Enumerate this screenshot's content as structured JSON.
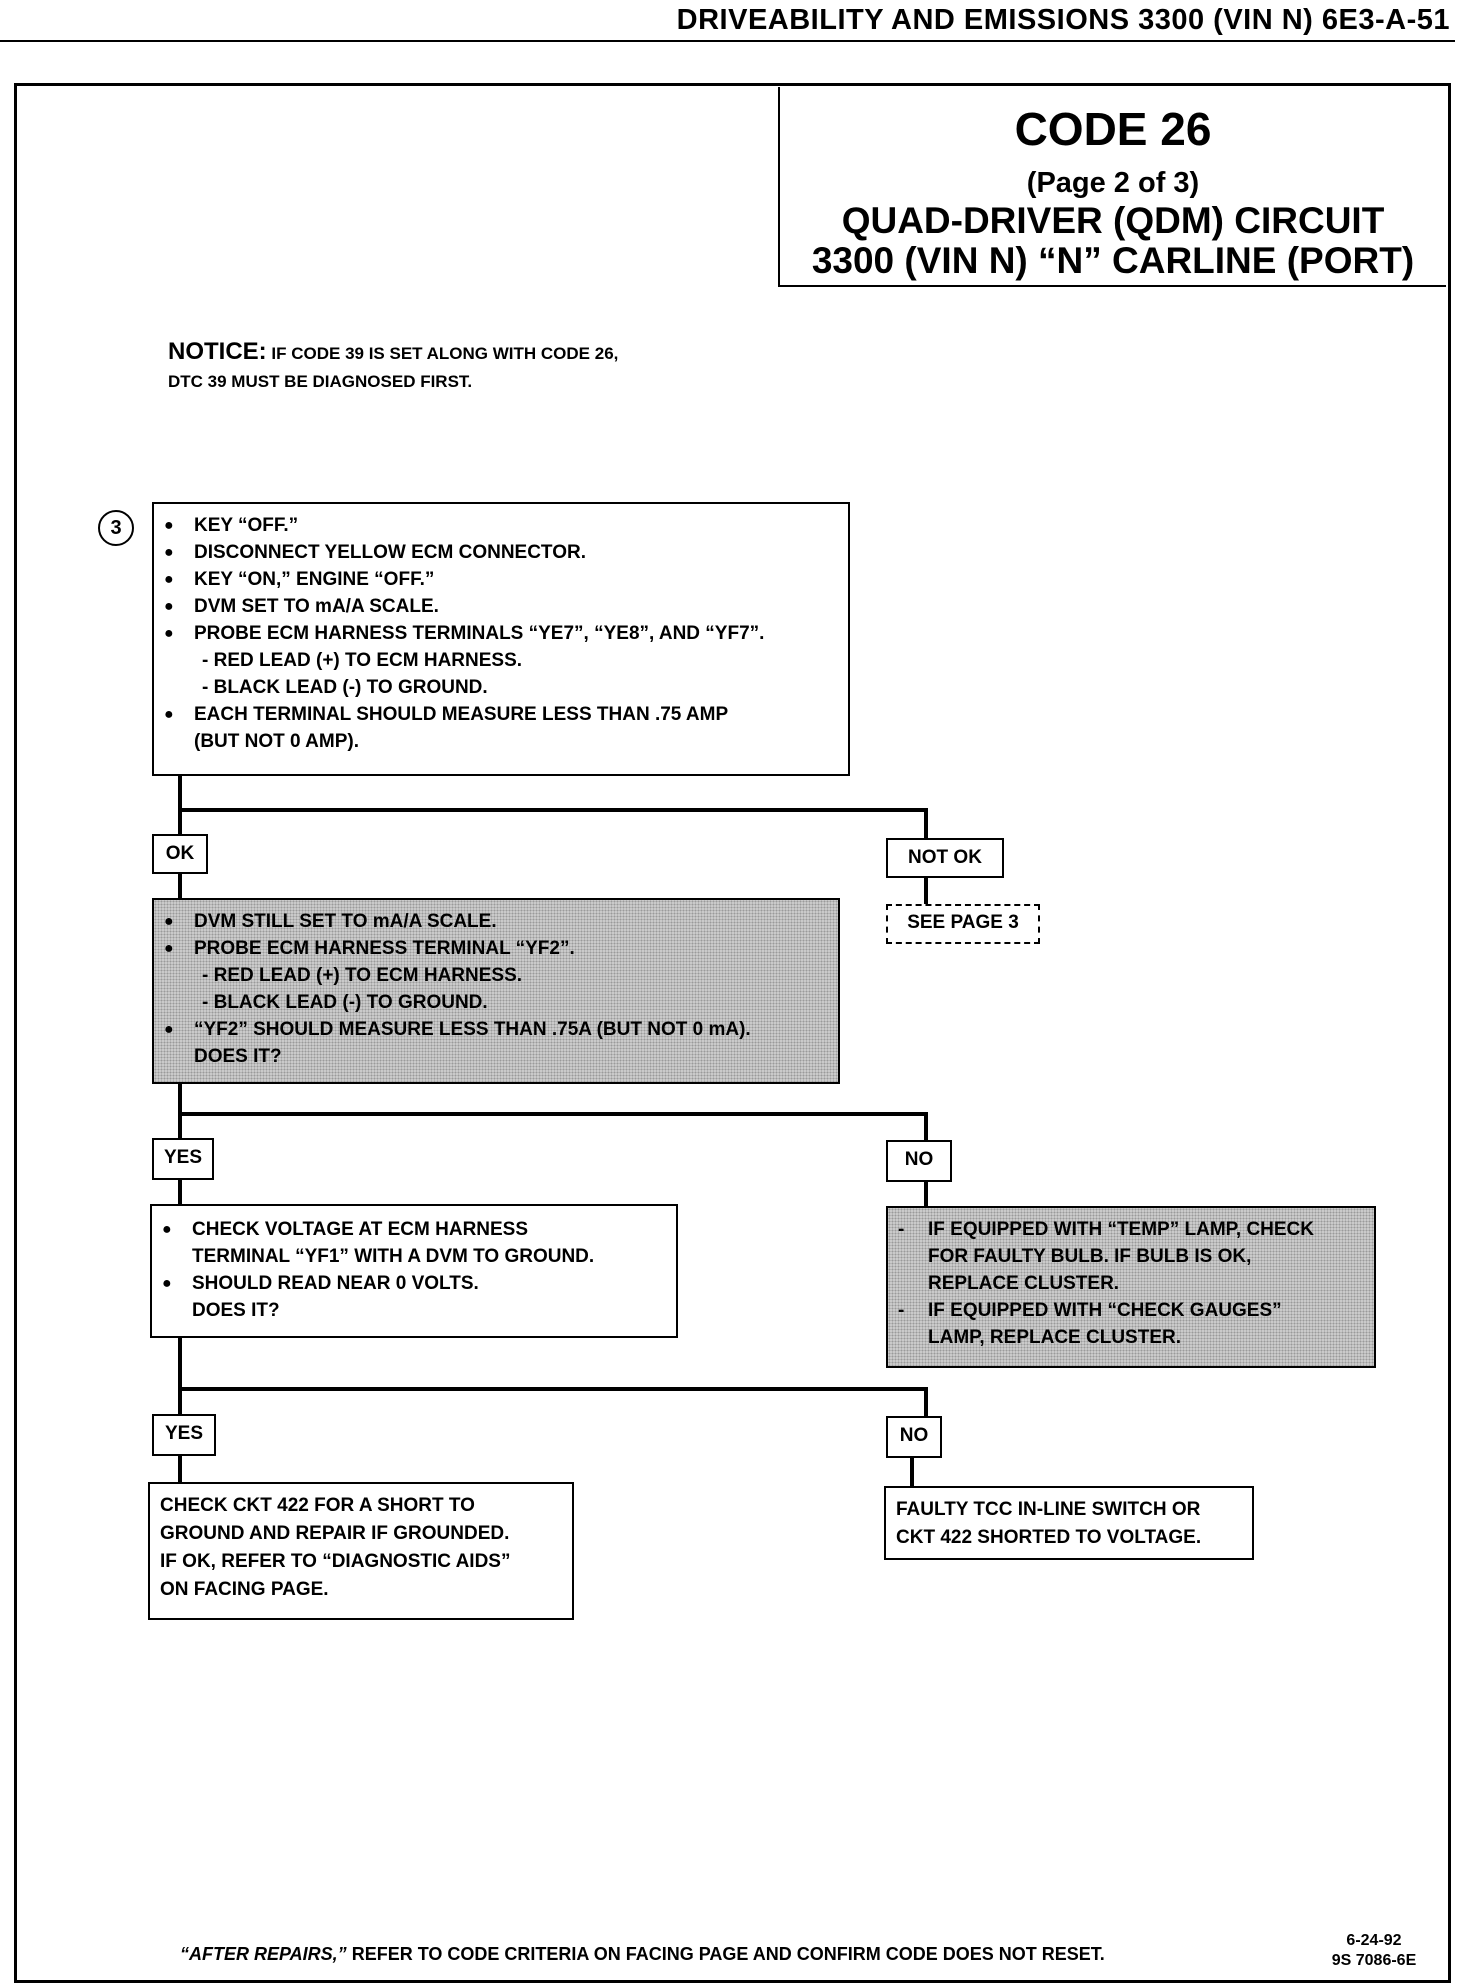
{
  "header": {
    "title": "DRIVEABILITY AND EMISSIONS  3300  (VIN N)   6E3-A-51"
  },
  "code_box": {
    "title": "CODE 26",
    "subtitle": "(Page 2 of 3)",
    "circuit": "QUAD-DRIVER (QDM) CIRCUIT",
    "carline": "3300  (VIN N)  “N”  CARLINE  (PORT)"
  },
  "notice": {
    "label": "NOTICE:",
    "line1": "IF CODE 39 IS SET ALONG WITH CODE 26,",
    "line2": "DTC 39 MUST BE DIAGNOSED FIRST."
  },
  "step": {
    "number": "3"
  },
  "box1": {
    "items": [
      "KEY “OFF.”",
      "DISCONNECT YELLOW ECM CONNECTOR.",
      "KEY “ON,” ENGINE “OFF.”",
      "DVM SET TO mA/A SCALE.",
      "PROBE ECM HARNESS TERMINALS “YE7”, “YE8”, AND “YF7”.",
      "- RED LEAD (+) TO ECM HARNESS.",
      "- BLACK LEAD (-) TO GROUND.",
      "EACH TERMINAL SHOULD MEASURE LESS THAN .75 AMP",
      "(BUT NOT 0 AMP)."
    ]
  },
  "labels": {
    "ok": "OK",
    "not_ok": "NOT OK",
    "see_page": "SEE PAGE 3",
    "yes1": "YES",
    "no1": "NO",
    "yes2": "YES",
    "no2": "NO"
  },
  "box2": {
    "items": [
      "DVM STILL SET TO mA/A SCALE.",
      "PROBE ECM HARNESS TERMINAL “YF2”.",
      "- RED LEAD (+) TO ECM HARNESS.",
      "- BLACK LEAD (-) TO GROUND.",
      "“YF2” SHOULD MEASURE LESS THAN .75A (BUT NOT 0 mA).",
      "DOES IT?"
    ]
  },
  "box3": {
    "items": [
      "CHECK VOLTAGE AT ECM HARNESS",
      "TERMINAL “YF1” WITH A DVM TO GROUND.",
      "SHOULD READ NEAR 0 VOLTS.",
      "DOES IT?"
    ]
  },
  "box_no": {
    "items": [
      "IF EQUIPPED WITH “TEMP” LAMP, CHECK",
      "FOR FAULTY BULB. IF BULB IS OK,",
      "REPLACE CLUSTER.",
      "IF EQUIPPED WITH “CHECK GAUGES”",
      "LAMP, REPLACE CLUSTER."
    ]
  },
  "box_yes_final": {
    "lines": [
      "CHECK CKT 422 FOR A SHORT TO",
      "GROUND AND REPAIR IF GROUNDED.",
      "IF OK, REFER TO “DIAGNOSTIC AIDS”",
      "ON FACING PAGE."
    ]
  },
  "box_no_final": {
    "lines": [
      "FAULTY TCC IN-LINE SWITCH OR",
      "CKT 422 SHORTED TO VOLTAGE."
    ]
  },
  "footer": {
    "after_repairs": "“AFTER REPAIRS,”",
    "note": " REFER TO CODE CRITERIA ON FACING PAGE AND CONFIRM CODE DOES NOT RESET.",
    "date": "6-24-92",
    "docnum": "9S 7086-6E"
  }
}
